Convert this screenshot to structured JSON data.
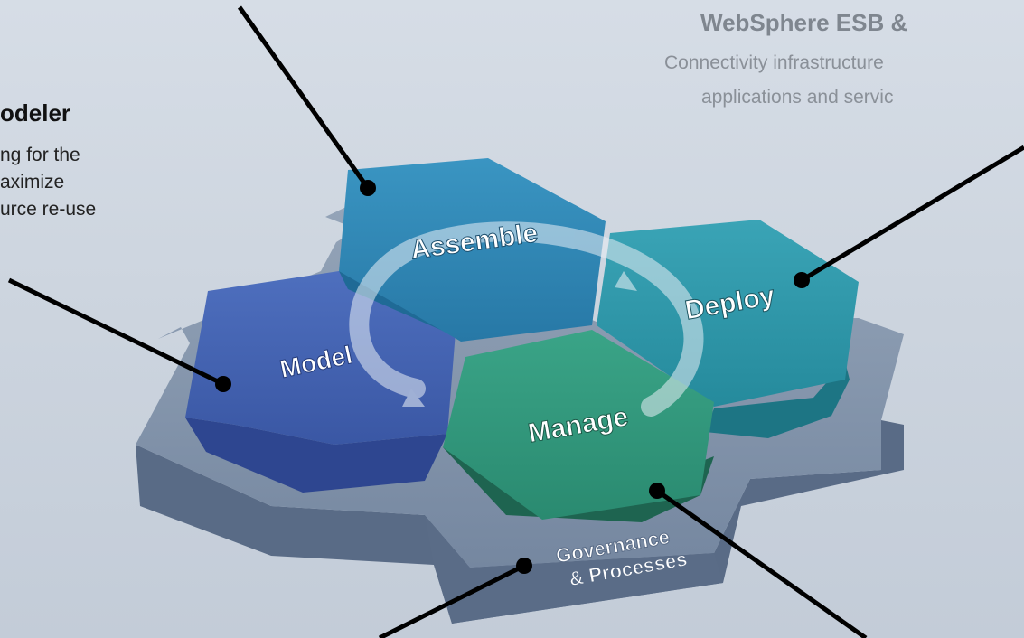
{
  "left_callout": {
    "title": "odeler",
    "lines": [
      "ng for the",
      "aximize",
      "urce re-use"
    ]
  },
  "right_callout": {
    "title": "WebSphere ESB &",
    "lines": [
      "Connectivity infrastructure",
      "applications and servic"
    ]
  },
  "hexagons": {
    "assemble": "Assemble",
    "deploy": "Deploy",
    "model": "Model",
    "manage": "Manage"
  },
  "base": {
    "governance_line1": "Governance",
    "governance_line2": "& Processes"
  },
  "colors": {
    "assemble": "#2a83b0",
    "deploy": "#2a93a4",
    "model": "#3f5fae",
    "manage": "#2f937a",
    "base": "#8192a8",
    "background": "#cdd5df"
  }
}
